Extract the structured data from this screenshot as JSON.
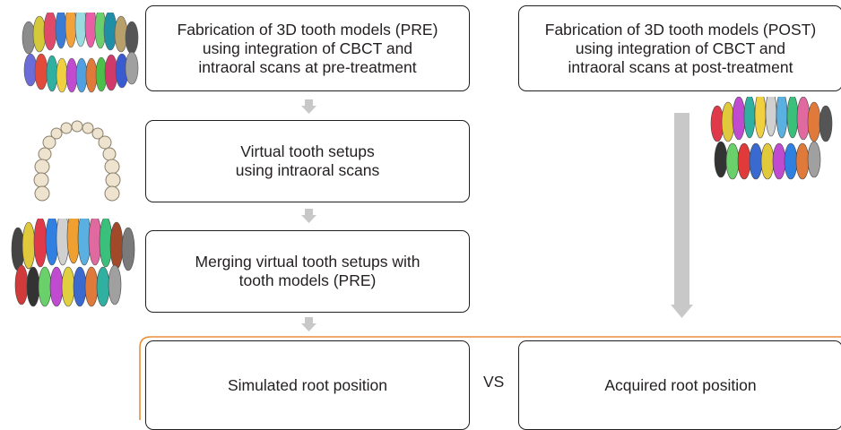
{
  "boxes": {
    "pre_models": "Fabrication of 3D tooth models (PRE)\nusing integration of CBCT and\nintraoral scans at pre-treatment",
    "post_models": "Fabrication of 3D tooth models (POST)\nusing integration of CBCT and\nintraoral scans at post-treatment",
    "virtual_setup": "Virtual tooth setups\nusing intraoral scans",
    "merging": "Merging virtual tooth setups with\ntooth models (PRE)",
    "simulated": "Simulated root position",
    "acquired": "Acquired root position"
  },
  "vs_label": "VS",
  "colors": {
    "arrow": "#c8c8c8",
    "highlight_border": "#e8913a",
    "box_border": "#231f20"
  }
}
